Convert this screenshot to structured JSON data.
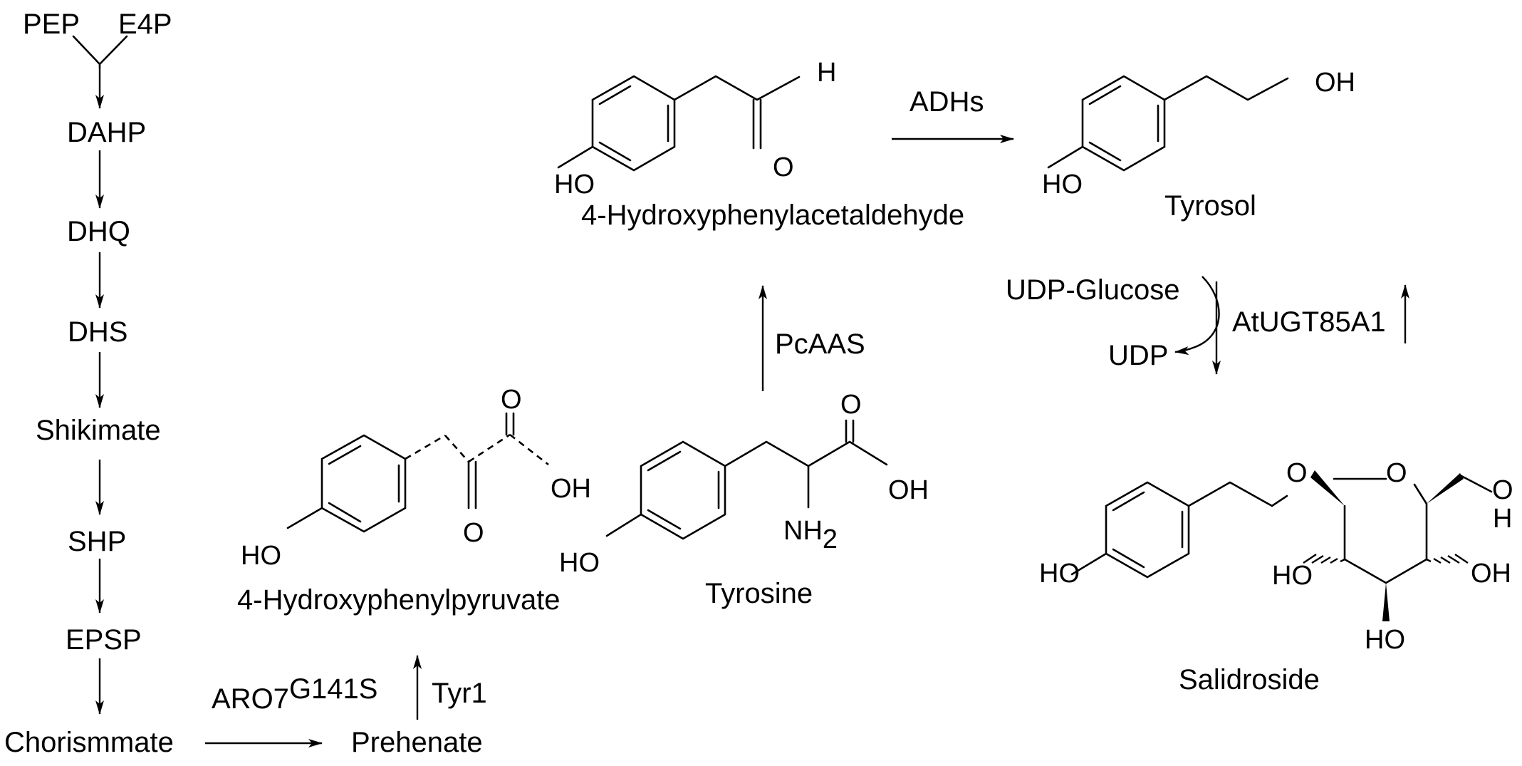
{
  "left_pathway": {
    "pep": "PEP",
    "e4p": "E4P",
    "dahp": "DAHP",
    "dhq": "DHQ",
    "dhs": "DHS",
    "shikimate": "Shikimate",
    "shp": "SHP",
    "epsp": "EPSP",
    "chorismate": "Chorismmate"
  },
  "bottom": {
    "enzyme_aro7": "ARO7",
    "enzyme_aro7_sup": "G141S",
    "prephenate": "Prehenate",
    "enzyme_tyr1": "Tyr1"
  },
  "compounds": {
    "hpp": "4-Hydroxyphenylpyruvate",
    "tyrosine": "Tyrosine",
    "hpaa": "4-Hydroxyphenylacetaldehyde",
    "tyrosol": "Tyrosol",
    "salidroside": "Salidroside"
  },
  "enzymes": {
    "pcaas": "PcAAS",
    "adhs": "ADHs",
    "atugt": "AtUGT85A1"
  },
  "cofactors": {
    "udp_glucose": "UDP-Glucose",
    "udp": "UDP"
  },
  "atoms": {
    "ho": "HO",
    "oh": "OH",
    "o": "O",
    "h": "H",
    "nh": "NH",
    "nh_sub": "2"
  }
}
